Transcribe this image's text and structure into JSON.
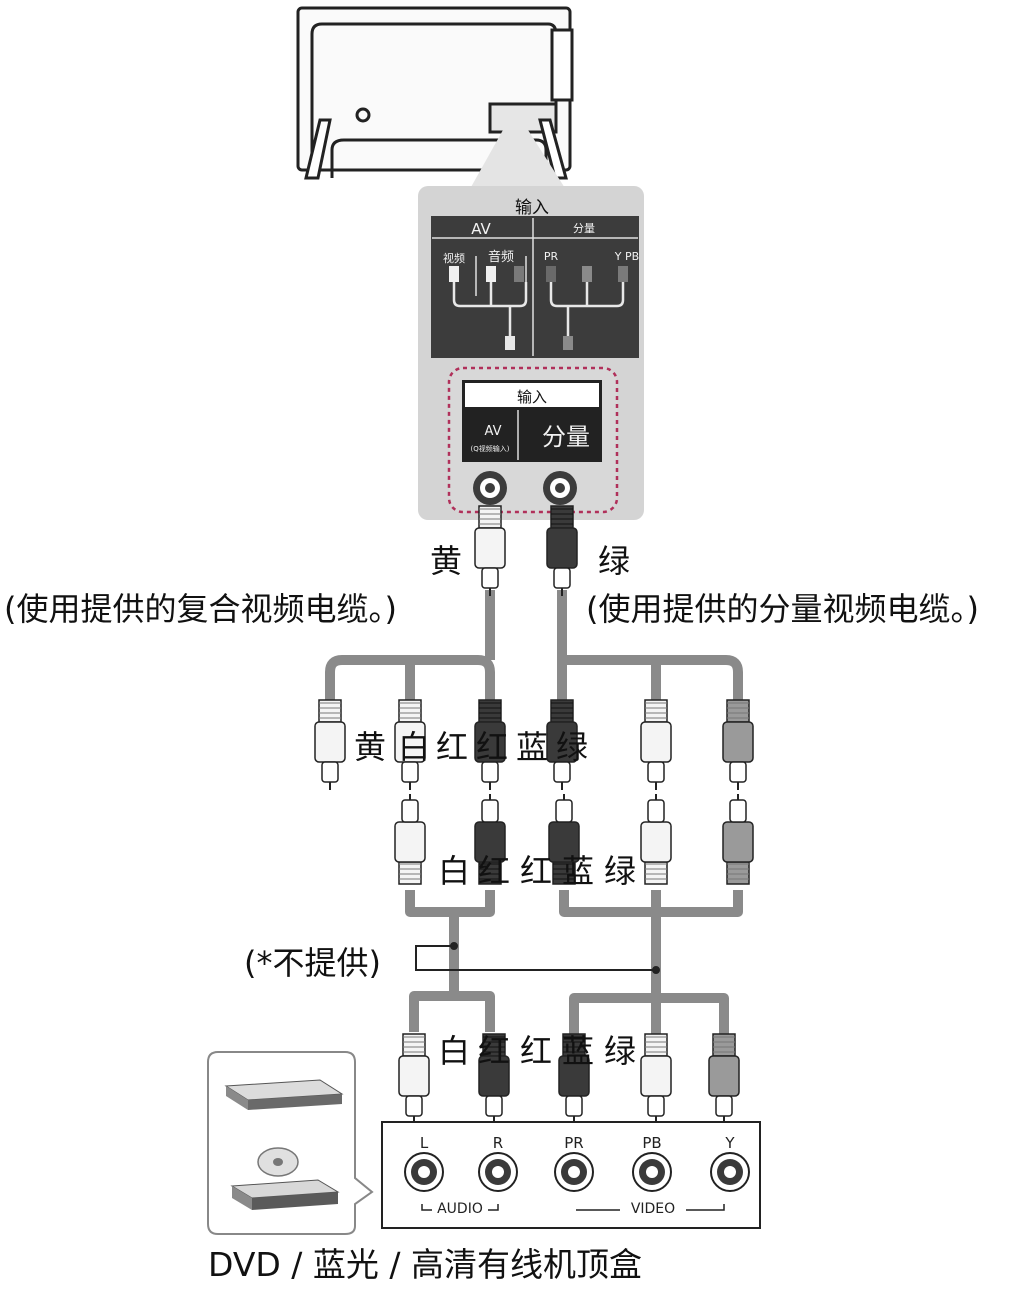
{
  "tv_panel": {
    "header": "输入",
    "av_label": "AV",
    "component_label": "分量",
    "video_label": "视频",
    "audio_label": "音频",
    "pr_label": "PR",
    "ypb_label": "Y PB"
  },
  "jack_panel": {
    "title": "输入",
    "av_label": "AV",
    "av_sub": "(Q视频输入)",
    "component_label": "分量"
  },
  "cables": {
    "left_color": "黄",
    "right_color": "绿",
    "left_note": "(使用提供的复合视频电缆。)",
    "right_note": "(使用提供的分量视频电缆。)"
  },
  "plug_colors_row1": [
    "黄",
    "白",
    "红",
    "红",
    "蓝",
    "绿"
  ],
  "plug_colors_row2": [
    "白",
    "红",
    "红",
    "蓝",
    "绿"
  ],
  "plug_colors_row3": [
    "白",
    "红",
    "红",
    "蓝",
    "绿"
  ],
  "not_supplied": "(*不提供)",
  "device_panel": {
    "jacks": [
      "L",
      "R",
      "PR",
      "PB",
      "Y"
    ],
    "audio_label": "AUDIO",
    "video_label": "VIDEO"
  },
  "caption": "DVD / 蓝光 / 高清有线机顶盒",
  "colors": {
    "panel_bg": "#3c3c3c",
    "panel_frame": "#d4d4d4",
    "dashed_border": "#b0305a",
    "cable": "#8a8a8a",
    "plug_dark": "#3a3a3a",
    "plug_light": "#f4f4f4"
  }
}
